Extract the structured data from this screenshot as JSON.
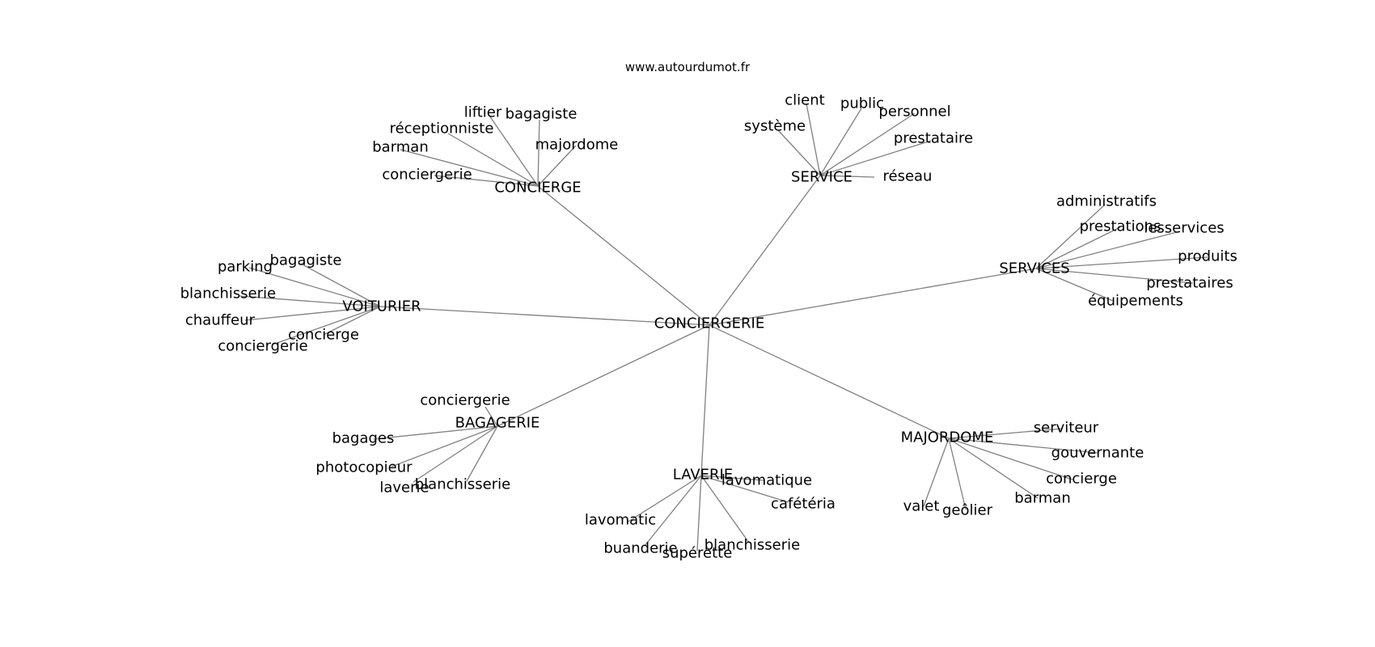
{
  "title": "www.autourdumot.fr",
  "colors": {
    "edge": "#808080",
    "text": "#000000",
    "background": "#ffffff"
  },
  "root": "CONCIERGERIE",
  "clusters": [
    {
      "hub": "CONCIERGE",
      "leaves": [
        "liftier",
        "bagagiste",
        "réceptionniste",
        "majordome",
        "barman",
        "conciergerie"
      ]
    },
    {
      "hub": "SERVICE",
      "leaves": [
        "client",
        "public",
        "personnel",
        "système",
        "prestataire",
        "réseau"
      ]
    },
    {
      "hub": "SERVICES",
      "leaves": [
        "administratifs",
        "prestations",
        "lesservices",
        "produits",
        "prestataires",
        "équipements"
      ]
    },
    {
      "hub": "VOITURIER",
      "leaves": [
        "bagagiste",
        "parking",
        "blanchisserie",
        "chauffeur",
        "concierge",
        "conciergerie"
      ]
    },
    {
      "hub": "BAGAGERIE",
      "leaves": [
        "conciergerie",
        "bagages",
        "photocopieur",
        "laverie",
        "blanchisserie"
      ]
    },
    {
      "hub": "LAVERIE",
      "leaves": [
        "lavomatique",
        "cafétéria",
        "lavomatic",
        "buanderie",
        "supérette",
        "blanchisserie"
      ]
    },
    {
      "hub": "MAJORDOME",
      "leaves": [
        "serviteur",
        "gouvernante",
        "concierge",
        "barman",
        "valet",
        "geôlier"
      ]
    }
  ]
}
